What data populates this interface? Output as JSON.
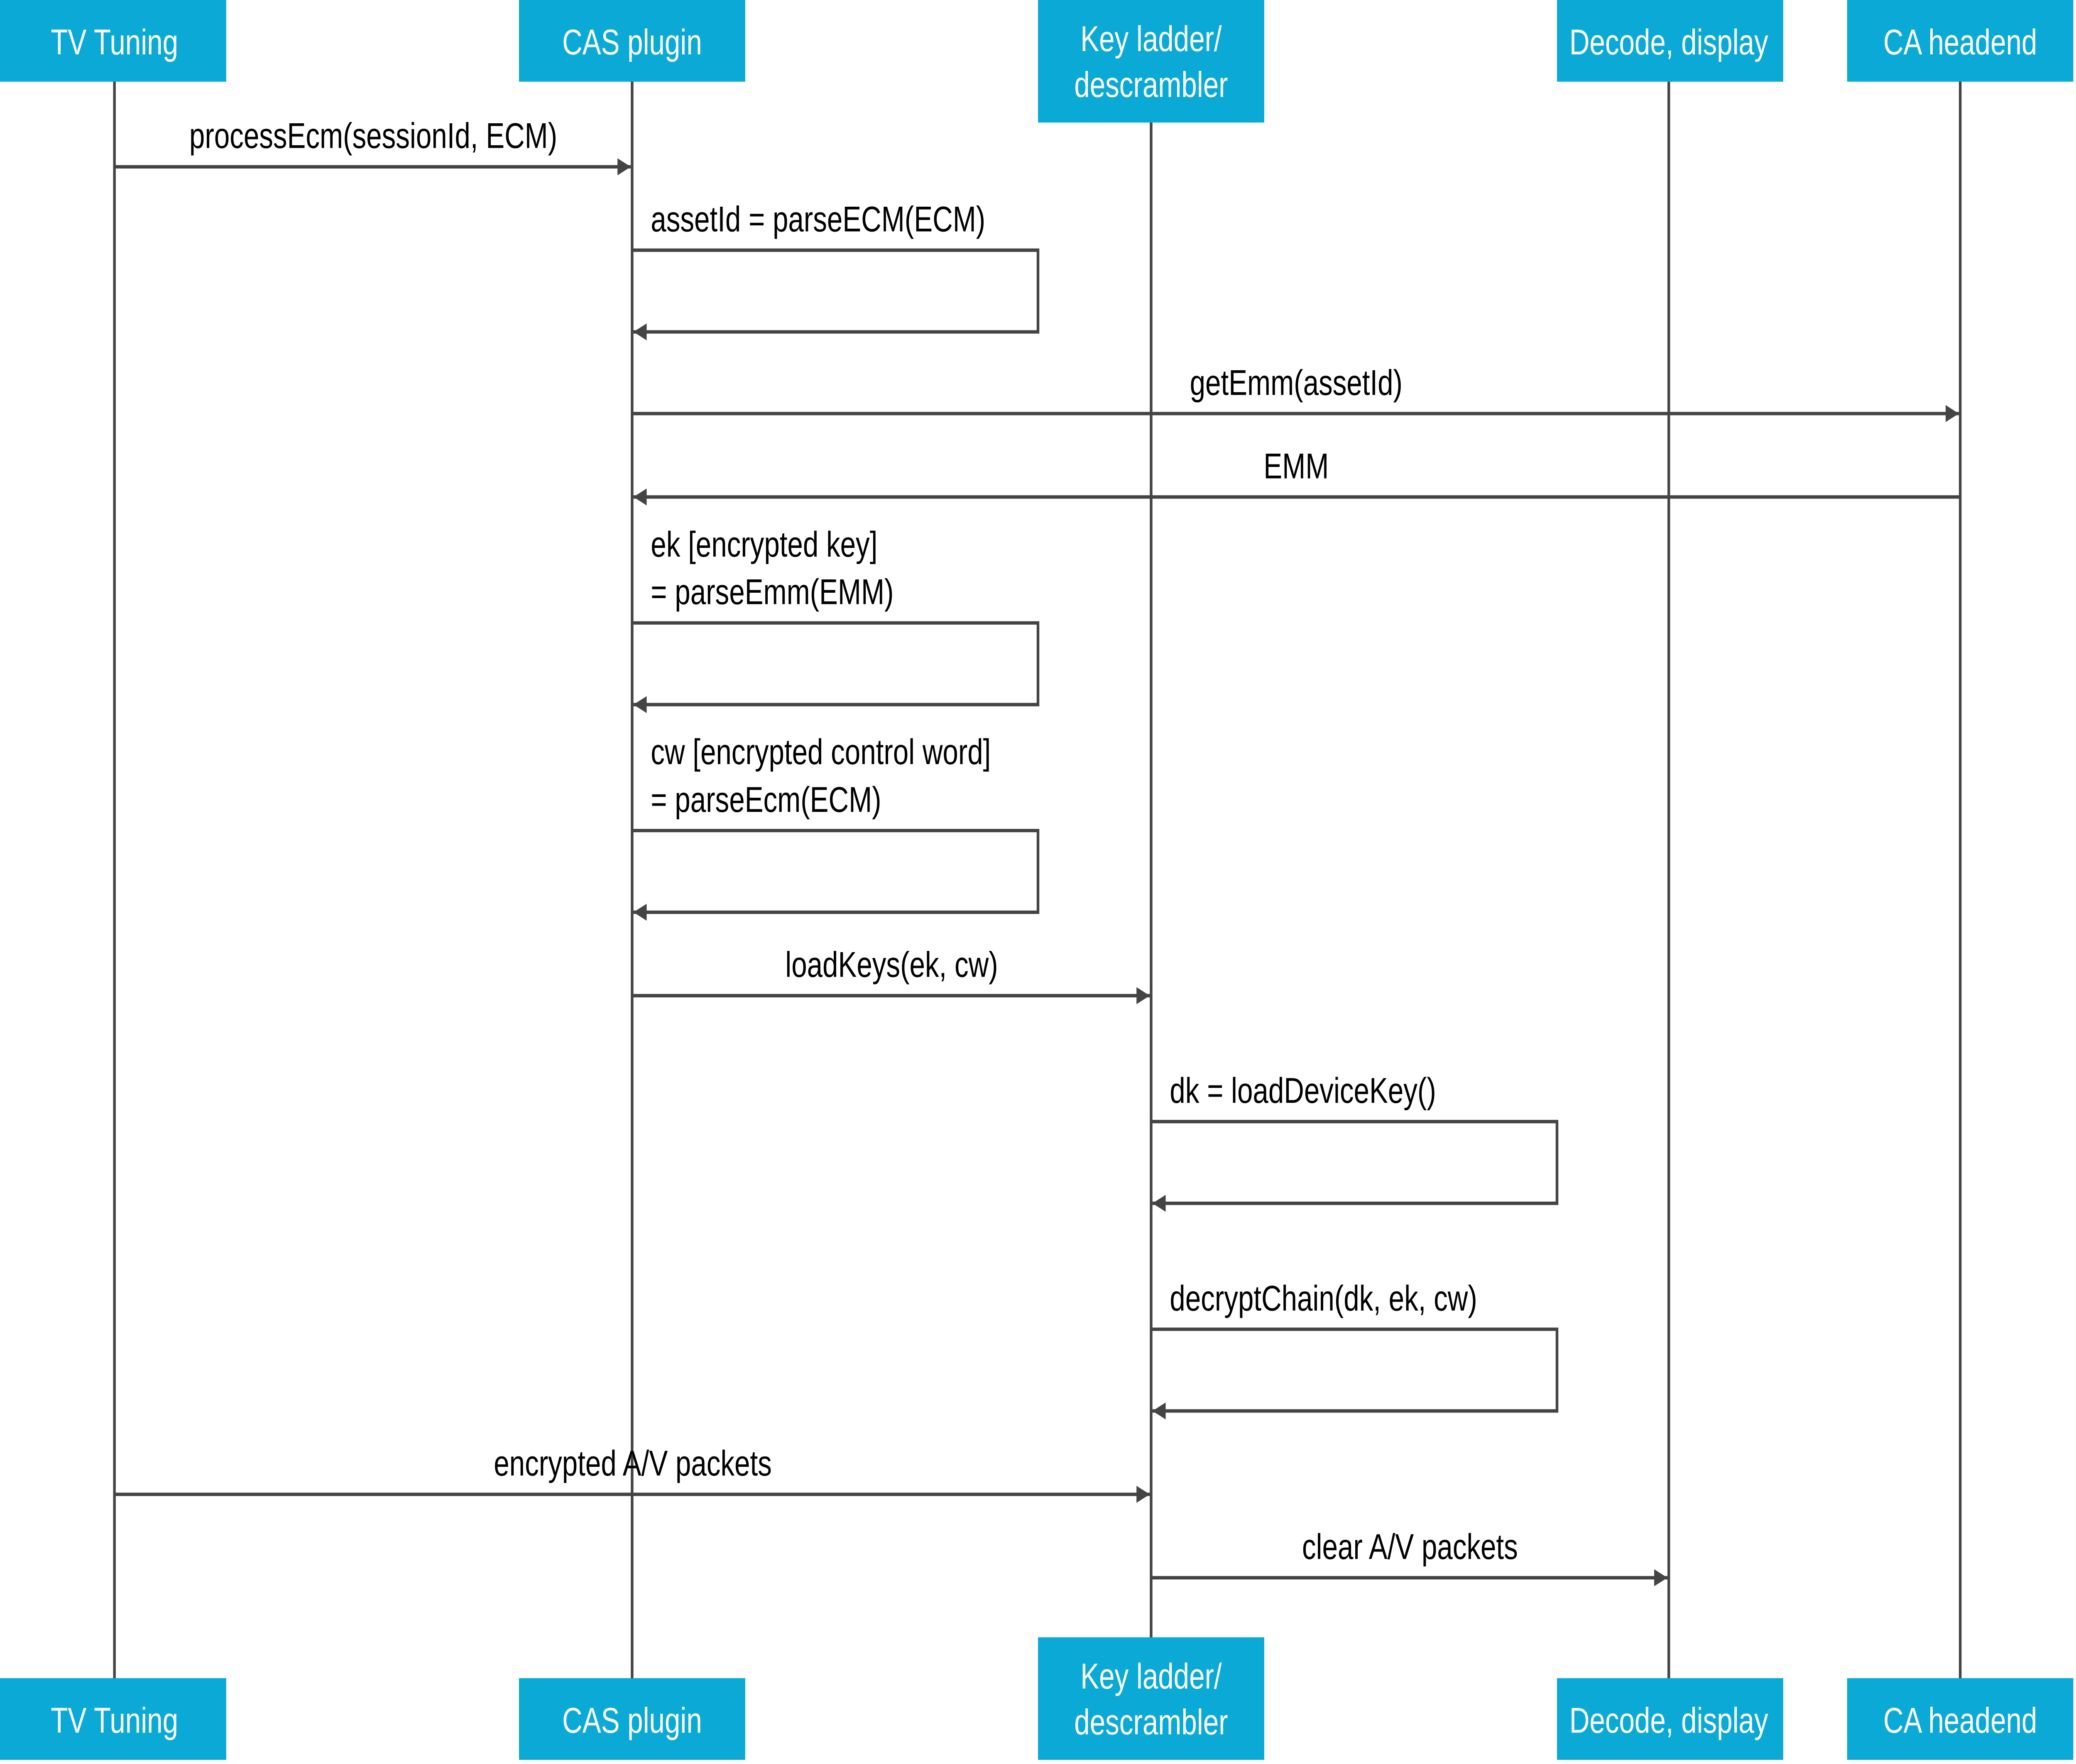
{
  "colors": {
    "participant_fill": "#0aa9d6",
    "participant_text": "#ffffff",
    "line": "#444444"
  },
  "participants": [
    {
      "label": [
        "TV Tuning"
      ]
    },
    {
      "label": [
        "CAS plugin"
      ]
    },
    {
      "label": [
        "Key ladder/",
        "descrambler"
      ]
    },
    {
      "label": [
        "Decode, display"
      ]
    },
    {
      "label": [
        "CA headend"
      ]
    }
  ],
  "messages": [
    {
      "from": 0,
      "to": 1,
      "label": [
        "processEcm(sessionId, ECM)"
      ]
    },
    {
      "from": 1,
      "to": 1,
      "label": [
        "assetId = parseECM(ECM)"
      ]
    },
    {
      "from": 1,
      "to": 4,
      "label": [
        "getEmm(assetId)"
      ]
    },
    {
      "from": 4,
      "to": 1,
      "label": [
        "EMM"
      ]
    },
    {
      "from": 1,
      "to": 1,
      "label": [
        "ek [encrypted key]",
        "= parseEmm(EMM)"
      ]
    },
    {
      "from": 1,
      "to": 1,
      "label": [
        "cw [encrypted control word]",
        "= parseEcm(ECM)"
      ]
    },
    {
      "from": 1,
      "to": 2,
      "label": [
        "loadKeys(ek, cw)"
      ]
    },
    {
      "from": 2,
      "to": 2,
      "label": [
        "dk = loadDeviceKey()"
      ]
    },
    {
      "from": 2,
      "to": 2,
      "label": [
        "decryptChain(dk, ek, cw)"
      ]
    },
    {
      "from": 0,
      "to": 2,
      "label": [
        "encrypted A/V packets"
      ]
    },
    {
      "from": 2,
      "to": 3,
      "label": [
        "clear A/V packets"
      ]
    }
  ]
}
